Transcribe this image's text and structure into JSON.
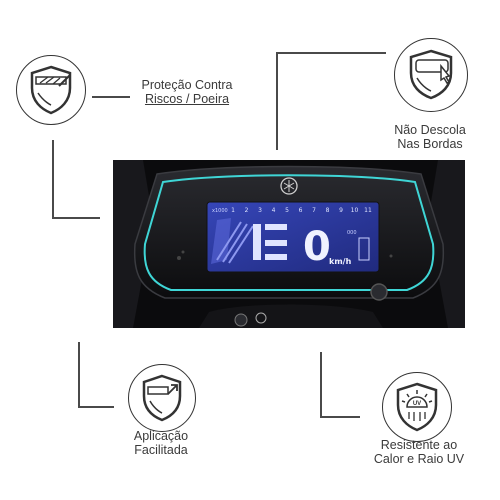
{
  "features": {
    "scratch": {
      "line1": "Proteção Contra",
      "line2": "Riscos / Poeira"
    },
    "edges": {
      "line1": "Não Descola",
      "line2": "Nas Bordas"
    },
    "application": {
      "line1": "Aplicação",
      "line2": "Facilitada"
    },
    "uv": {
      "line1": "Resistente ao",
      "line2": "Calor e Raio UV",
      "badge": "UV"
    }
  },
  "dashboard": {
    "x1000": "x1000",
    "rpm_ticks": [
      "1",
      "2",
      "3",
      "4",
      "5",
      "6",
      "7",
      "8",
      "9",
      "10",
      "11"
    ],
    "speed": "0",
    "unit": "km/h",
    "odo": "000",
    "screen_color": "#2d3c9e",
    "film_color": "#3fd6d6"
  }
}
